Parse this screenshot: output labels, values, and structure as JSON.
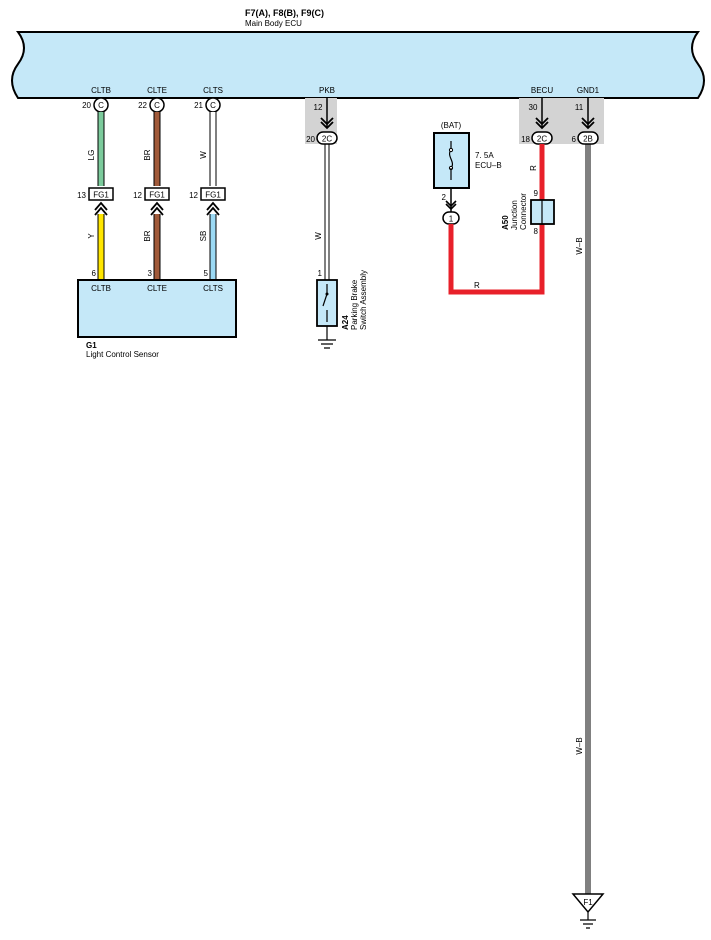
{
  "ecu": {
    "codes": "F7(A), F8(B), F9(C)",
    "name": "Main Body ECU",
    "pins": {
      "cltb": {
        "label": "CLTB",
        "num": "20",
        "conn": "C"
      },
      "clte": {
        "label": "CLTE",
        "num": "22",
        "conn": "C"
      },
      "clts": {
        "label": "CLTS",
        "num": "21",
        "conn": "C"
      },
      "pkb": {
        "label": "PKB",
        "num_top": "12",
        "num": "20",
        "conn": "2C"
      },
      "becu": {
        "label": "BECU",
        "num_top": "30",
        "num": "18",
        "conn": "2C"
      },
      "gnd1": {
        "label": "GND1",
        "num_top": "11",
        "num": "6",
        "conn": "2B"
      }
    }
  },
  "wires": {
    "cltb_upper": "LG",
    "cltb_lower": "Y",
    "clte_upper": "BR",
    "clte_lower": "BR",
    "clts_upper": "W",
    "clts_lower": "SB",
    "pkb": "W",
    "becu": "R",
    "bat": "R",
    "gnd_upper": "W–B",
    "gnd_lower": "W–B"
  },
  "fg1": {
    "label": "FG1",
    "cltb_pin": "13",
    "clte_pin": "12",
    "clts_pin": "12"
  },
  "sensor": {
    "id": "G1",
    "name": "Light Control Sensor",
    "pins": [
      {
        "num": "6",
        "label": "CLTB"
      },
      {
        "num": "3",
        "label": "CLTE"
      },
      {
        "num": "5",
        "label": "CLTS"
      }
    ]
  },
  "parking_brake": {
    "id": "A24",
    "name_line1": "Parking Brake",
    "name_line2": "Switch Assembly",
    "pin": "1"
  },
  "fuse": {
    "source": "(BAT)",
    "rating": "7. 5A",
    "name": "ECU–B",
    "pin": "2",
    "conn": "1"
  },
  "junction": {
    "id": "A50",
    "name_line1": "Junction",
    "name_line2": "Connector",
    "pin_top": "9",
    "pin_bottom": "8"
  },
  "ground": {
    "label": "F1"
  },
  "colors": {
    "ecu_fill": "#c5e8f8",
    "shade": "#d3d3d3",
    "lg": "#7ccb9c",
    "br": "#a15a3a",
    "y": "#ffe600",
    "sb": "#9bd9f4",
    "r": "#e8202a"
  }
}
